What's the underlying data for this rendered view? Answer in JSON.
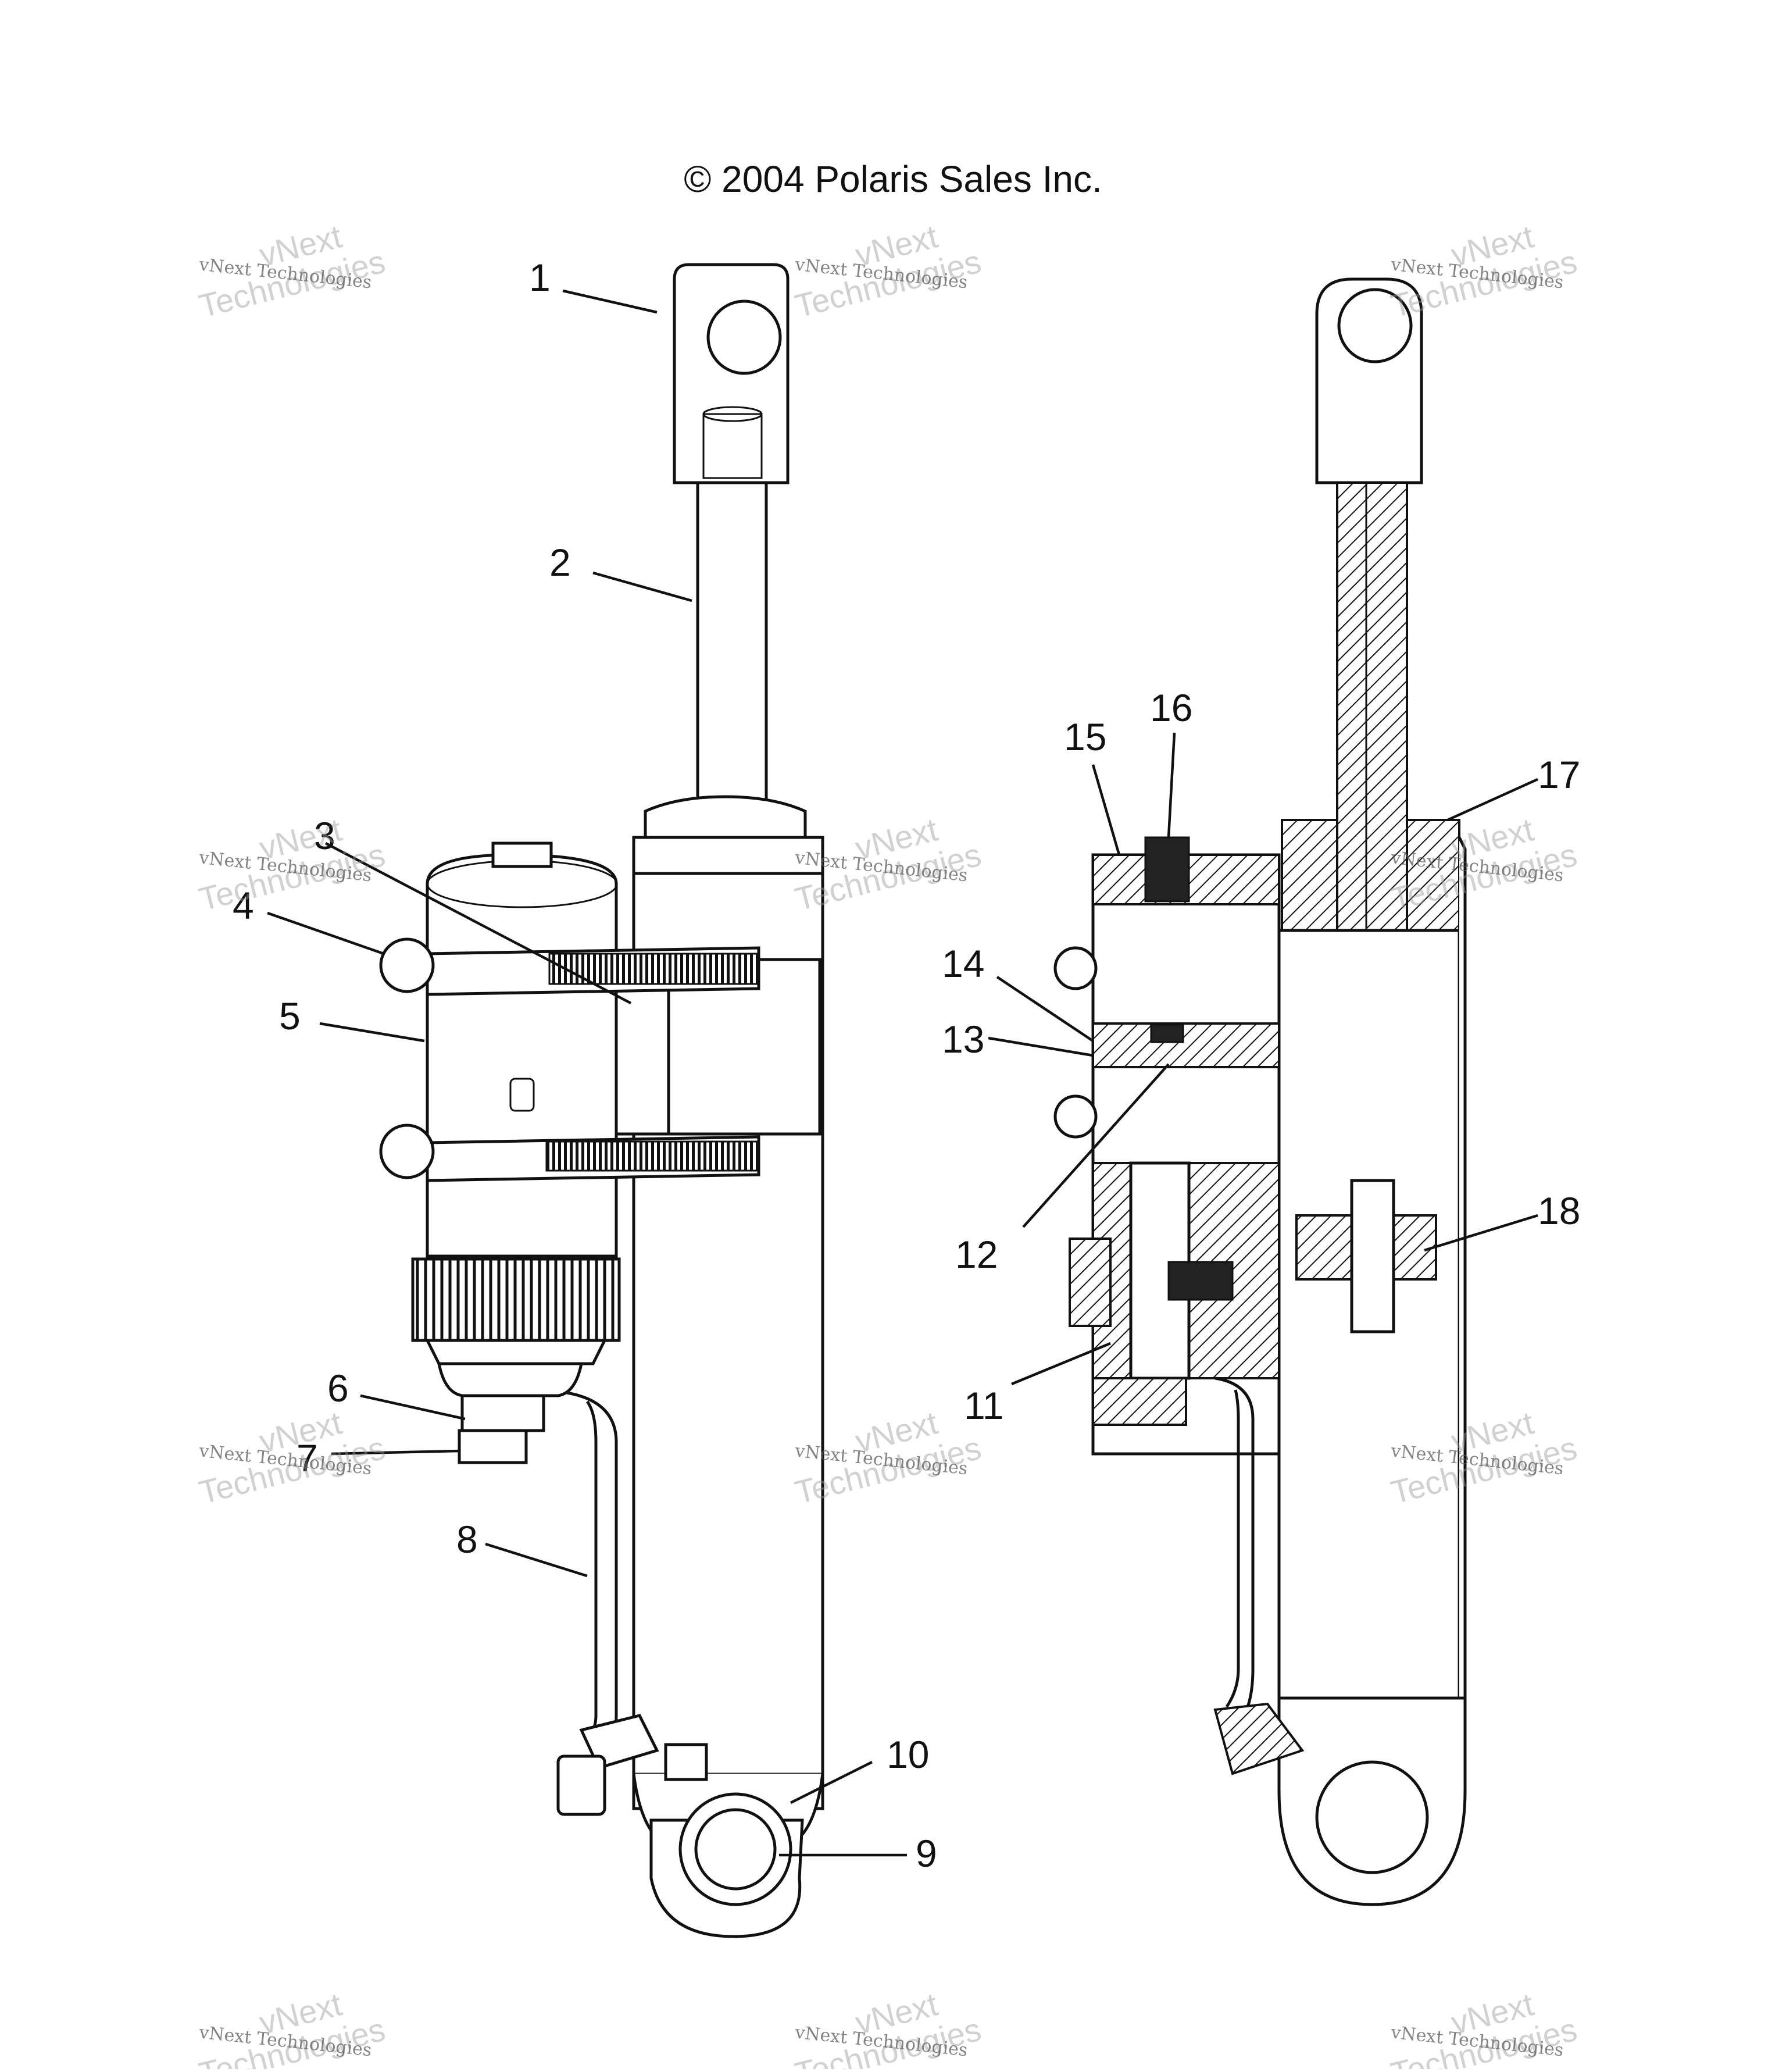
{
  "diagram": {
    "copyright": "© 2004 Polaris Sales Inc.",
    "watermark": {
      "line1": "vNext",
      "line2": "Technologies",
      "small": "vNext Technologies"
    },
    "callouts": [
      {
        "id": "1",
        "label": "1"
      },
      {
        "id": "2",
        "label": "2"
      },
      {
        "id": "3",
        "label": "3"
      },
      {
        "id": "4",
        "label": "4"
      },
      {
        "id": "5",
        "label": "5"
      },
      {
        "id": "6",
        "label": "6"
      },
      {
        "id": "7",
        "label": "7"
      },
      {
        "id": "8",
        "label": "8"
      },
      {
        "id": "9",
        "label": "9"
      },
      {
        "id": "10",
        "label": "10"
      },
      {
        "id": "11",
        "label": "11"
      },
      {
        "id": "12",
        "label": "12"
      },
      {
        "id": "13",
        "label": "13"
      },
      {
        "id": "14",
        "label": "14"
      },
      {
        "id": "15",
        "label": "15"
      },
      {
        "id": "16",
        "label": "16"
      },
      {
        "id": "17",
        "label": "17"
      },
      {
        "id": "18",
        "label": "18"
      }
    ]
  }
}
